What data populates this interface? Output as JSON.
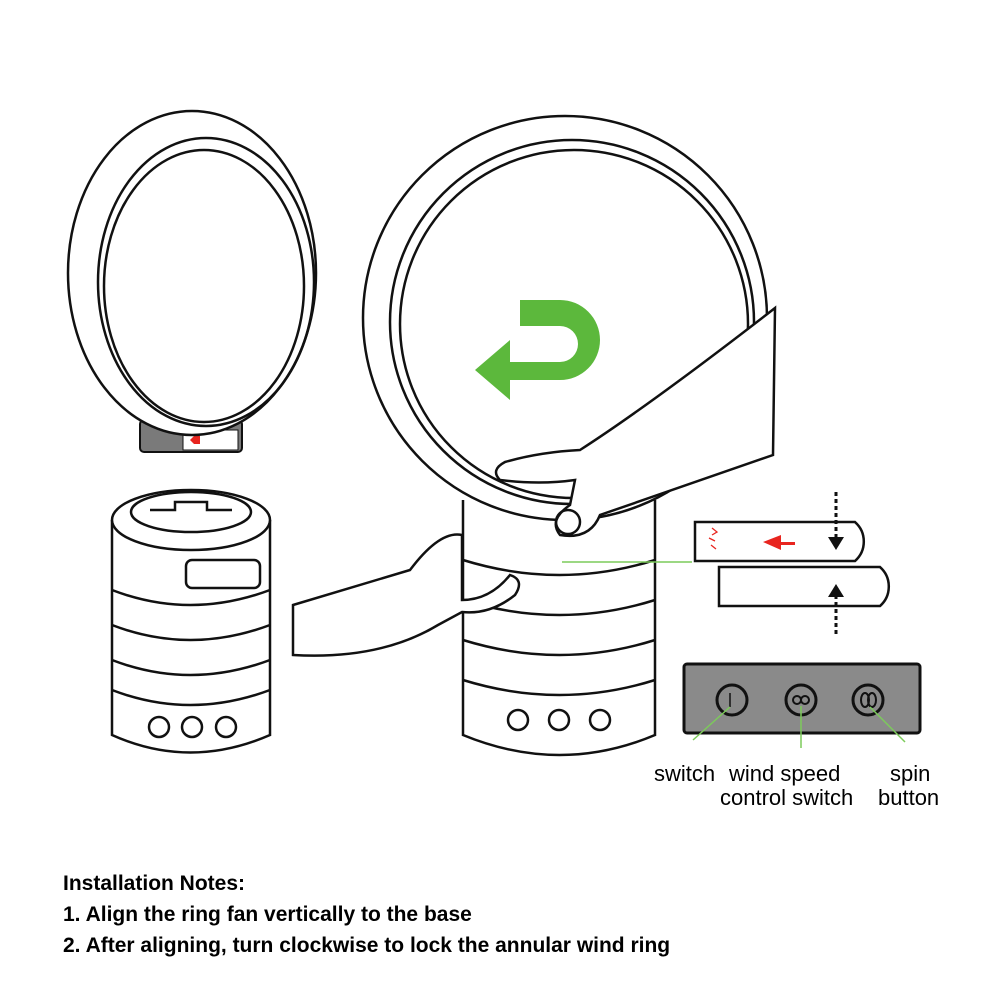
{
  "labels": {
    "switch": "switch",
    "wind_speed_line1": "wind speed",
    "wind_speed_line2": "control switch",
    "spin_line1": "spin",
    "spin_line2": "button"
  },
  "notes": {
    "title": "Installation Notes:",
    "items": [
      "1. Align the ring fan vertically to the base",
      "2. After aligning, turn clockwise to lock the annular wind ring"
    ]
  },
  "colors": {
    "arrow_green": "#5cb83c",
    "arrow_red": "#e8251f",
    "panel_gray": "#8a8a8a",
    "collar_gray": "#7a7a7a",
    "leader_green": "#7ccb5a"
  }
}
